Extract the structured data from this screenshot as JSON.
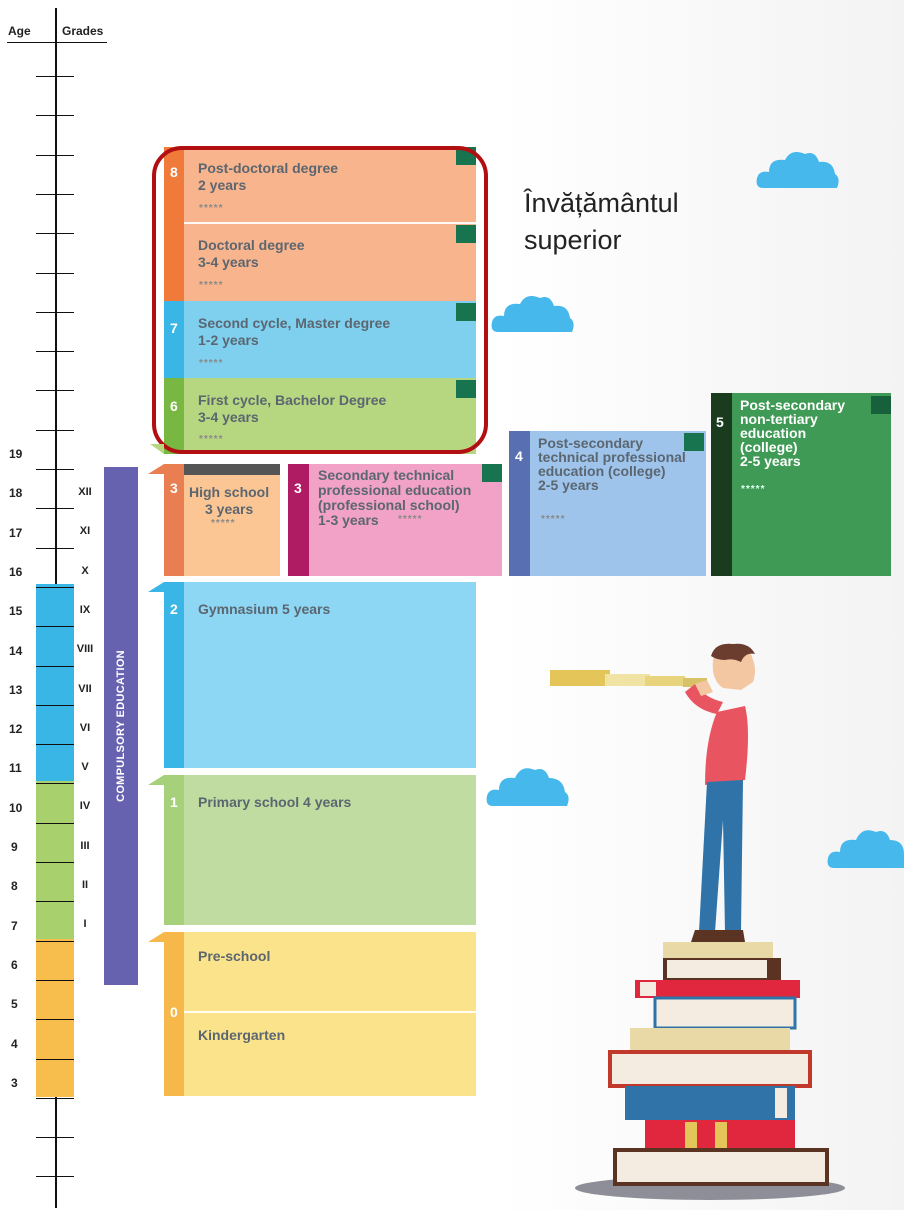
{
  "header": {
    "age_label": "Age",
    "grades_label": "Grades"
  },
  "ages": [
    "19",
    "18",
    "17",
    "16",
    "15",
    "14",
    "13",
    "12",
    "11",
    "10",
    "9",
    "8",
    "7",
    "6",
    "5",
    "4",
    "3"
  ],
  "grades": [
    "XII",
    "XI",
    "X",
    "IX",
    "VIII",
    "VII",
    "VI",
    "V",
    "IV",
    "III",
    "II",
    "I"
  ],
  "compulsory_label": "COMPULSORY EDUCATION",
  "higher_label_1": "Învățământul",
  "higher_label_2": "superior",
  "levels": {
    "l8": {
      "num": "8",
      "postdoc_title": "Post-doctoral degree",
      "postdoc_years": "2 years",
      "doctoral_title": "Doctoral degree",
      "doctoral_years": "3-4 years"
    },
    "l7": {
      "num": "7",
      "title": "Second cycle, Master degree",
      "years": "1-2 years"
    },
    "l6": {
      "num": "6",
      "title": "First cycle, Bachelor Degree",
      "years": "3-4 years"
    },
    "l5": {
      "num": "5",
      "line1": "Post-secondary",
      "line2": "non-tertiary",
      "line3": "education",
      "line4": "(college)",
      "years": "2-5 years"
    },
    "l4": {
      "num": "4",
      "line1": "Post-secondary",
      "line2": "technical professional",
      "line3": "education (college)",
      "years": "2-5 years"
    },
    "l3a": {
      "num": "3",
      "title": "High school",
      "years": "3 years"
    },
    "l3b": {
      "num": "3",
      "line1": "Secondary technical",
      "line2": "professional education",
      "line3": "(professional school)",
      "years": "1-3 years"
    },
    "l2": {
      "num": "2",
      "title": "Gymnasium 5 years"
    },
    "l1": {
      "num": "1",
      "title": "Primary school 4 years"
    },
    "l0": {
      "num": "0",
      "title1": "Pre-school",
      "title2": "Kindergarten"
    }
  },
  "stars": "*****",
  "colors": {
    "orange": "#f8b48c",
    "orange_dark": "#f07a3a",
    "blue": "#7fd0ee",
    "blue_dark": "#3ab6e6",
    "green": "#b6d680",
    "green_dark": "#79b743",
    "dark_green": "#3f9a55",
    "darkest_green": "#1b3b1e",
    "pink": "#f2a2c6",
    "magenta": "#b01c63",
    "lightblue": "#9ec4ec",
    "indigo": "#5870b2",
    "purple": "#6762b0",
    "yellow": "#fbe38b",
    "yellow_dark": "#f7b84b",
    "highlight_red": "#b10f12"
  }
}
